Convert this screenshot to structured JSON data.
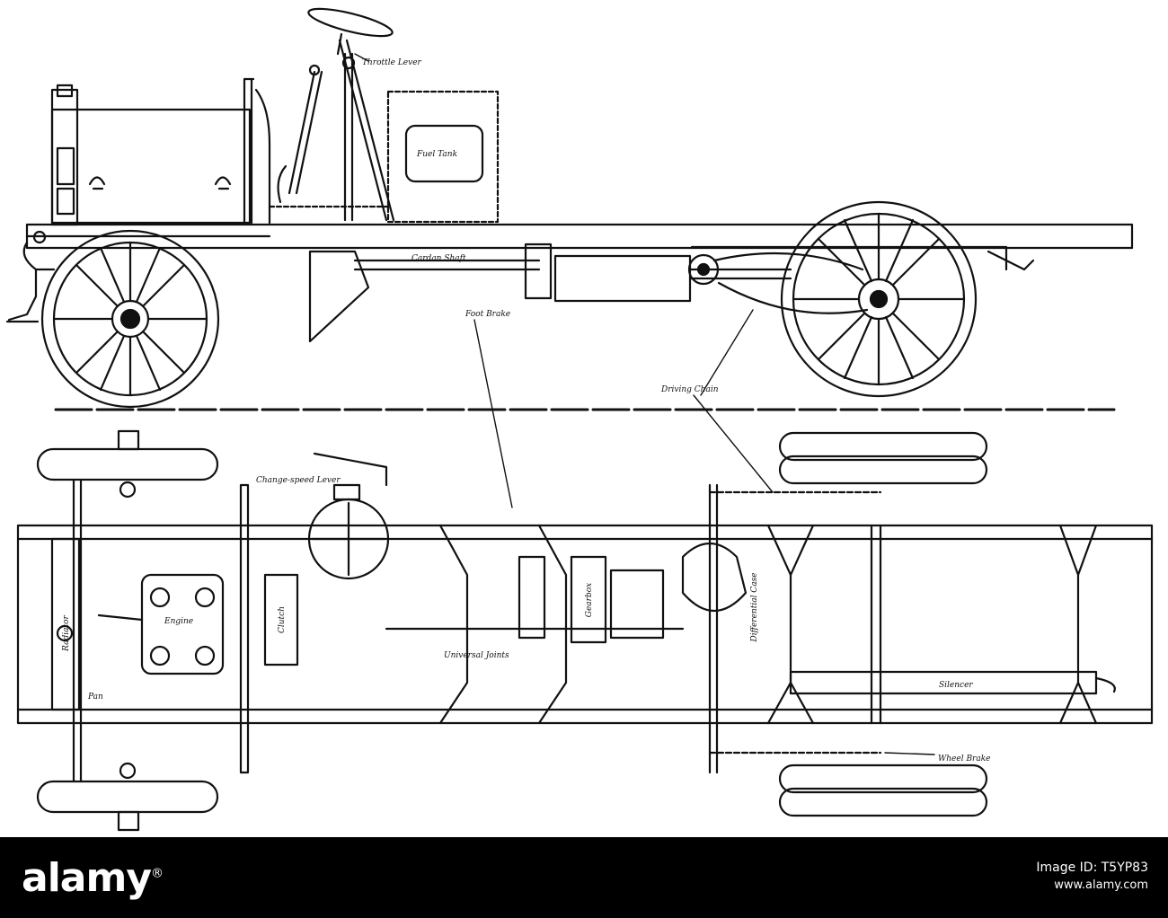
{
  "labels": {
    "throttle_lever": "Throttle Lever",
    "fuel_tank": "Fuel Tank",
    "cardan_shaft": "Cardan Shaft",
    "foot_brake": "Foot Brake",
    "driving_chain": "Driving Chain",
    "change_speed_lever": "Change-speed Lever",
    "radiator": "Radiator",
    "engine": "Engine",
    "clutch": "Clutch",
    "gearbox": "Gearbox",
    "universal_joints": "Universal Joints",
    "differential_case": "Differential Case",
    "silencer": "Silencer",
    "pan": "Pan",
    "wheel_brake": "Wheel Brake"
  },
  "footer": {
    "brand": "alamy",
    "image_id_label": "Image ID: T5YP83",
    "site": "www.alamy.com"
  },
  "colors": {
    "ink": "#111111",
    "paper": "#ffffff",
    "footer_bg": "#000000"
  }
}
